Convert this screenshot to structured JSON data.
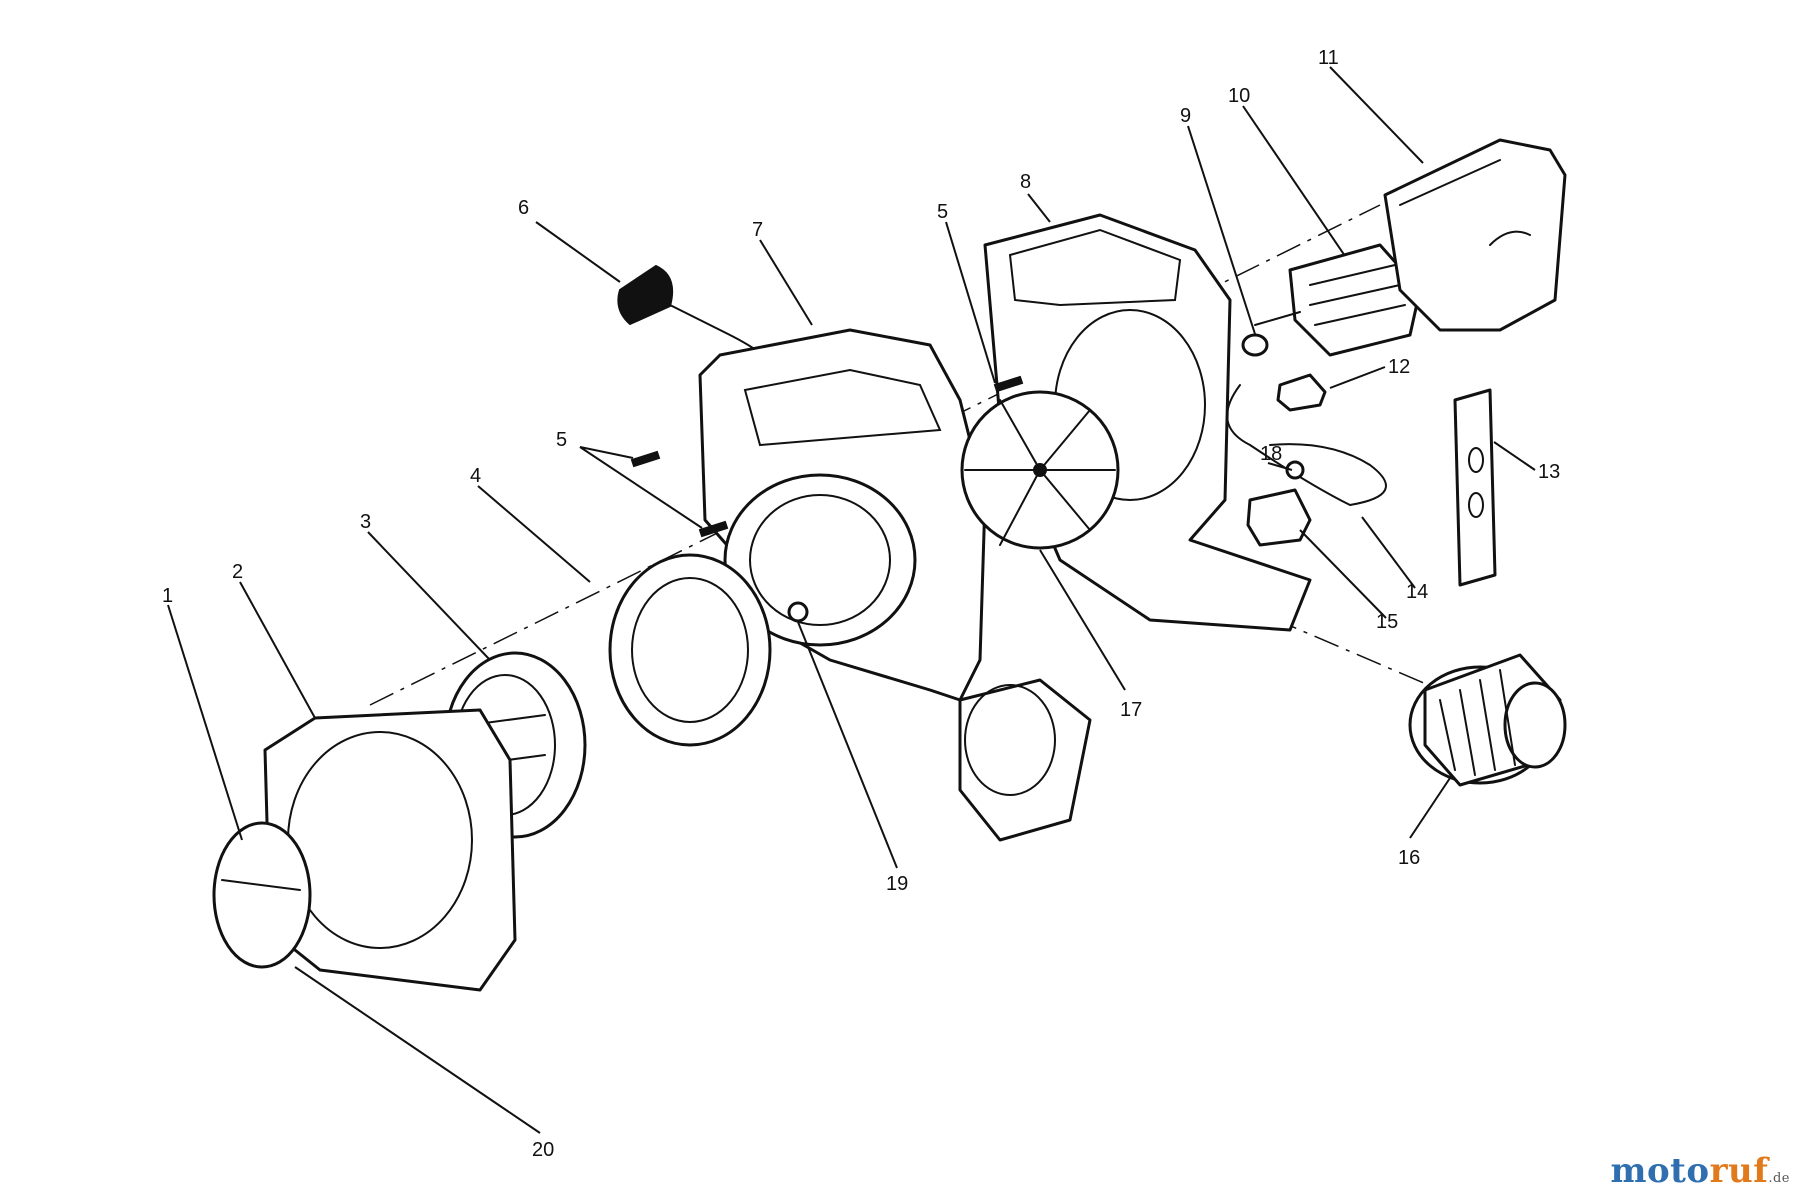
{
  "diagram": {
    "part_numbers": [
      "1",
      "2",
      "3",
      "4",
      "5",
      "5",
      "6",
      "7",
      "8",
      "9",
      "10",
      "11",
      "12",
      "13",
      "14",
      "15",
      "16",
      "17",
      "18",
      "19",
      "20"
    ]
  },
  "watermark": {
    "text_a": "moto",
    "text_b": "ruf",
    "text_c": ".de"
  }
}
